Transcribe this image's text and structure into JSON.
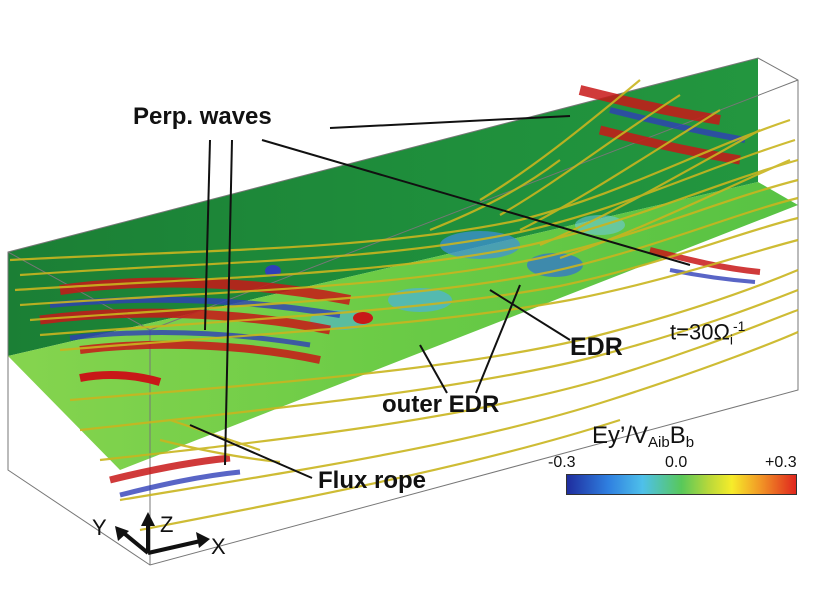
{
  "labels": {
    "perp_waves": "Perp. waves",
    "edr": "EDR",
    "outer_edr": "outer EDR",
    "flux_rope": "Flux rope"
  },
  "time": {
    "t": "t=30",
    "omega": "Ω",
    "sub": "i",
    "sup": "-1"
  },
  "colorbar": {
    "title_main": "Ey’/V",
    "title_sub1": "Aib",
    "title_b": "B",
    "title_sub2": "b",
    "min_label": "-0.3",
    "mid_label": "0.0",
    "max_label": "+0.3",
    "min_value": -0.3,
    "max_value": 0.3,
    "colors": [
      "#1f2d9e",
      "#2f7fe0",
      "#4ec0ea",
      "#58c85a",
      "#b9d83a",
      "#f6ec2a",
      "#f29a26",
      "#e0261e"
    ]
  },
  "axes": {
    "x": "X",
    "y": "Y",
    "z": "Z"
  },
  "field_colors": {
    "plane": "#1f8a3b",
    "midplane": "#6fcf3a",
    "field_lines": "#c8b820",
    "positive": "#d21e1e",
    "negative": "#3448c8"
  }
}
